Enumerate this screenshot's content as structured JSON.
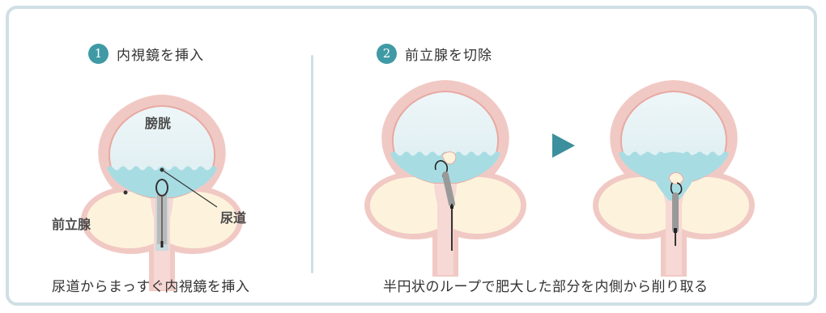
{
  "steps": [
    {
      "number": "1",
      "title": "内視鏡を挿入",
      "caption": "尿道からまっすぐ内視鏡を挿入"
    },
    {
      "number": "2",
      "title": "前立腺を切除",
      "caption": "半円状のループで肥大した部分を内側から削り取る"
    }
  ],
  "labels": {
    "bladder": "膀胱",
    "prostate": "前立腺",
    "urethra": "尿道"
  },
  "colors": {
    "accent": "#3f9aa5",
    "frame": "#cfdfe5",
    "tissue": "#f1c9c4",
    "prostate": "#fdf3dc",
    "fluid": "#a8dce3",
    "arrow": "#3c8f9c"
  },
  "icons": {
    "next_step": "play-arrow-icon"
  }
}
